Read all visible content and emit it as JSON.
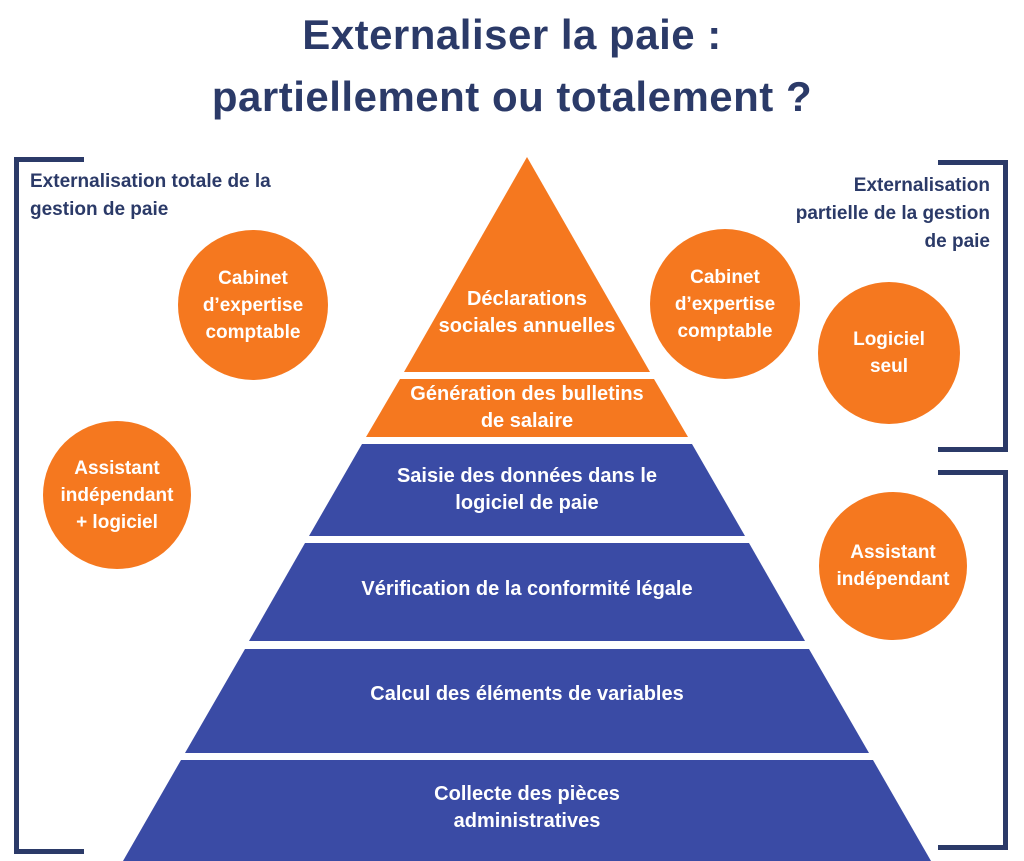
{
  "title": "Externaliser la paie :\npartiellement ou totalement ?",
  "colors": {
    "navy": "#2B3A68",
    "orange": "#F5781F",
    "blue": "#3A4BA5"
  },
  "left_group": {
    "label": "Externalisation totale de la\ngestion de paie",
    "circles": [
      {
        "label": "Cabinet\nd’expertise\ncomptable"
      },
      {
        "label": "Assistant\nindépendant\n+ logiciel"
      }
    ]
  },
  "right_group": {
    "label": "Externalisation\npartielle de la gestion\nde paie",
    "circles": [
      {
        "label": "Cabinet\nd’expertise\ncomptable"
      },
      {
        "label": "Logiciel\nseul"
      },
      {
        "label": "Assistant\nindépendant"
      }
    ]
  },
  "pyramid": {
    "levels": [
      {
        "label": "Déclarations\nsociales annuelles",
        "color": "orange"
      },
      {
        "label": "Génération des bulletins\nde salaire",
        "color": "orange"
      },
      {
        "label": "Saisie des données dans le\nlogiciel de paie",
        "color": "blue"
      },
      {
        "label": "Vérification de la conformité légale",
        "color": "blue"
      },
      {
        "label": "Calcul des éléments de variables",
        "color": "blue"
      },
      {
        "label": "Collecte des pièces\nadministratives",
        "color": "blue"
      }
    ]
  }
}
